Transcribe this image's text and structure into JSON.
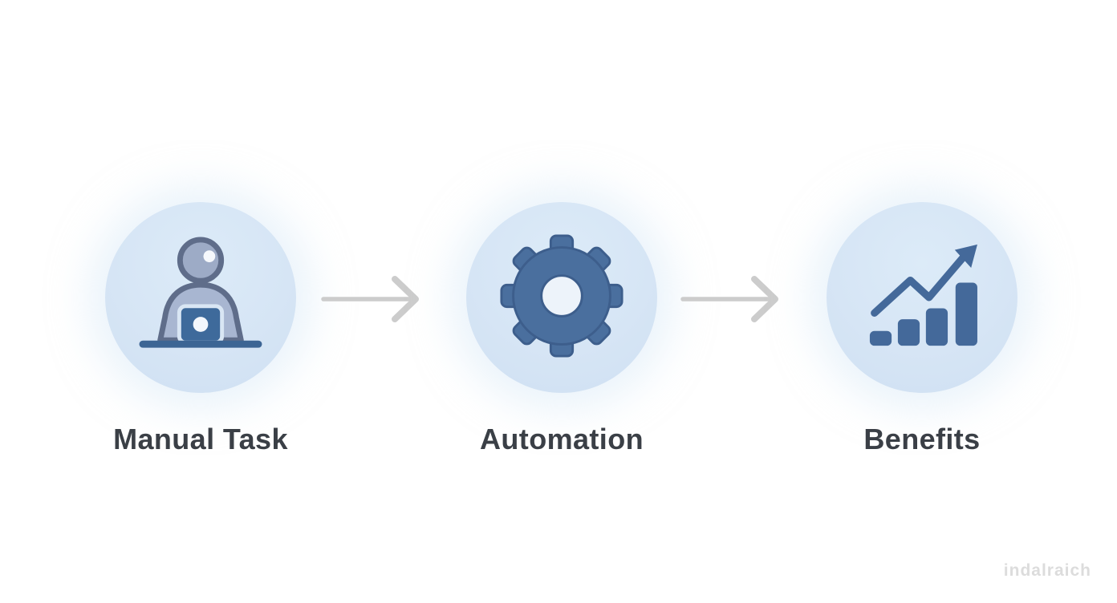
{
  "page": {
    "background": "#ffffff",
    "watermark": "indalraich"
  },
  "diagram": {
    "steps": [
      {
        "label": "Manual Task",
        "icon": "person-at-laptop-icon"
      },
      {
        "label": "Automation",
        "icon": "gear-icon"
      },
      {
        "label": "Benefits",
        "icon": "growth-chart-icon"
      }
    ],
    "connectors": [
      {
        "type": "arrow-right"
      },
      {
        "type": "arrow-right"
      }
    ],
    "colors": {
      "circle_fill": "#d6e5f5",
      "icon_blue": "#3e6a9b",
      "icon_gear_blue": "#4a6f9e",
      "icon_slate_outline": "#5f6d8a",
      "icon_slate_fill": "#a8b6d1",
      "icon_head_fill": "#9dabc6",
      "label_text": "#3a3f46",
      "arrow_gray": "#cccccc",
      "watermark_gray": "#dcdcdc"
    }
  }
}
